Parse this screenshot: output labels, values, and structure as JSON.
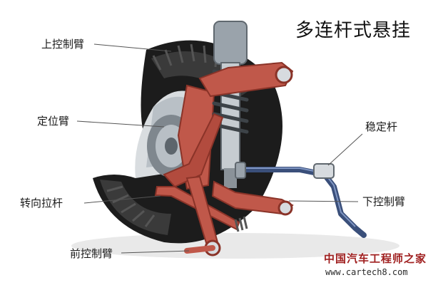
{
  "title": "多连杆式悬挂",
  "labels": {
    "upper_arm": "上控制臂",
    "locating_arm": "定位臂",
    "tie_rod": "转向拉杆",
    "front_arm": "前控制臂",
    "stabilizer_bar": "稳定杆",
    "lower_arm": "下控制臂"
  },
  "watermark": {
    "name": "中国汽车工程师之家",
    "url": "www.cartech8.com"
  },
  "colors": {
    "arm_red": "#c0584a",
    "arm_dark": "#8a3328",
    "tire": "#1c1c1c",
    "metal": "#9aa3ab",
    "stabilizer": "#3a4f7a",
    "leader_line": "#555555"
  }
}
